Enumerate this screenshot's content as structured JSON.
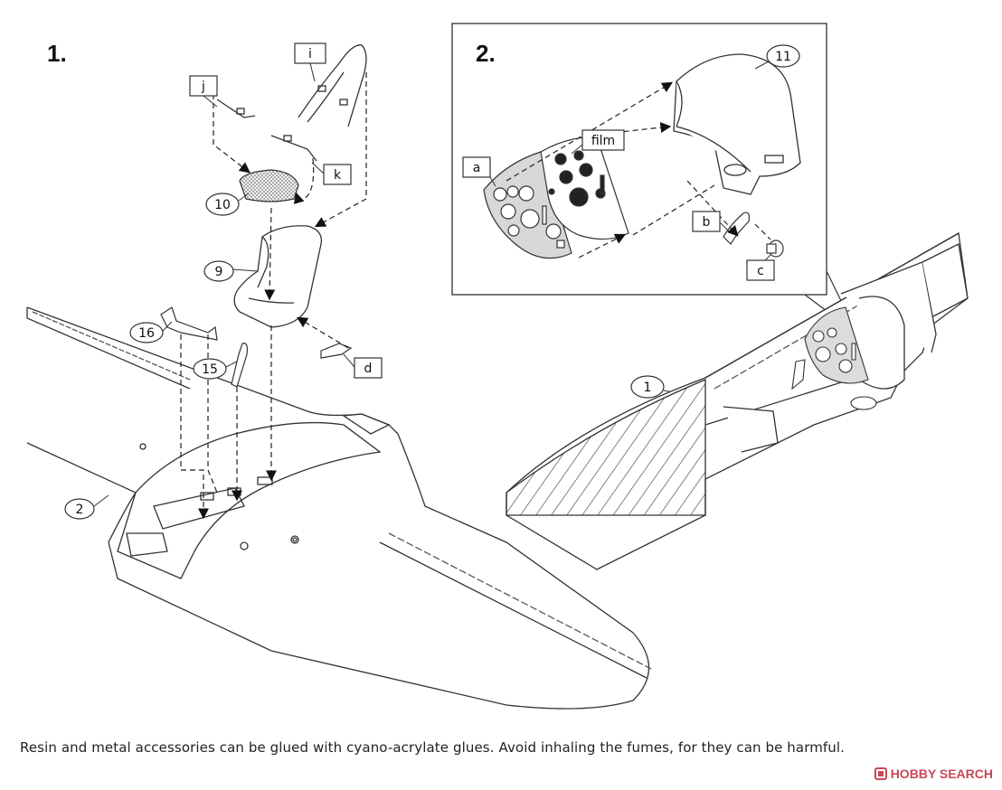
{
  "steps": {
    "step1": "1.",
    "step2": "2."
  },
  "callouts": {
    "i": "i",
    "j": "j",
    "k": "k",
    "d": "d",
    "a": "a",
    "b": "b",
    "c": "c",
    "film": "film",
    "p10": "10",
    "p9": "9",
    "p16": "16",
    "p15": "15",
    "p2": "2",
    "p11": "11",
    "p1": "1"
  },
  "caption": "Resin and metal accessories can be glued with cyano-acrylate glues. Avoid inhaling the fumes, for they can be harmful.",
  "watermark": {
    "text": "HOBBY SEARCH",
    "color": "#c64a58",
    "icon": "hobby-search-logo-icon"
  }
}
